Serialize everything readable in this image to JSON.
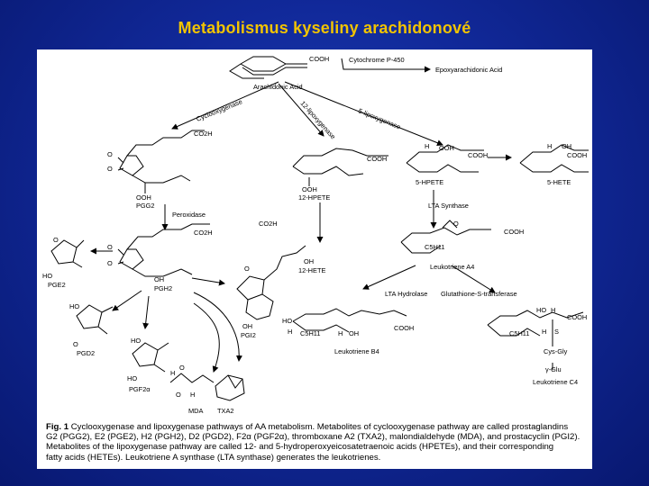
{
  "slide": {
    "title": "Metabolismus kyseliny arachidonové"
  },
  "scheme": {
    "labels": {
      "cooh": "COOH",
      "co2h": "CO2H",
      "c5h11": "C5H11",
      "ooh": "OOH",
      "oh": "OH",
      "h": "H",
      "s": "S",
      "o": "O",
      "ho": "HO",
      "arachidonic_acid": "Arachidonic Acid",
      "cytochrome_p450": "Cytochrome P-450",
      "epoxyarachidonic_acid": "Epoxyarachidonic Acid",
      "cyclooxygenase": "Cyclooxygenase",
      "lipoxygenase_12": "12-lipoxygenase",
      "lipoxygenase_5": "5-lipoxygenase",
      "pgg2": "PGG2",
      "hpete_12": "12-HPETE",
      "hpete_5": "5-HPETE",
      "hete_5": "5-HETE",
      "peroxidase": "Peroxidase",
      "lta_synthase": "LTA Synthase",
      "pgh2": "PGH2",
      "pge2": "PGE2",
      "hete_12": "12-HETE",
      "leukotriene_a4": "Leukotriene A4",
      "lta_hydrolase": "LTA Hydrolase",
      "glutathione_s_transferase": "Glutathione-S-transferase",
      "pgi2": "PGI2",
      "pgd2": "PGD2",
      "leukotriene_b4": "Leukotriene B4",
      "cys_gly": "Cys-Gly",
      "gamma_glu": "γ-Glu",
      "leukotriene_c4": "Leukotriene C4",
      "pgf2a": "PGF2α",
      "mda": "MDA",
      "txa2": "TXA2"
    }
  },
  "caption": {
    "fig_label": "Fig. 1",
    "line1": "Cyclooxygenase and lipoxygenase pathways of AA metabolism. Metabolites of cyclooxygenase pathway are called prostaglandins",
    "line2": "G2 (PGG2), E2 (PGE2), H2 (PGH2), D2 (PGD2), F2α (PGF2α), thromboxane A2 (TXA2), malondialdehyde (MDA), and prostacyclin (PGI2).",
    "line3": "Metabolites of the lipoxygenase pathway are called 12- and 5-hydroperoxyeicosatetraenoic acids (HPETEs), and their corresponding",
    "line4": "fatty acids (HETEs). Leukotriene A synthase (LTA synthase) generates the leukotrienes."
  }
}
